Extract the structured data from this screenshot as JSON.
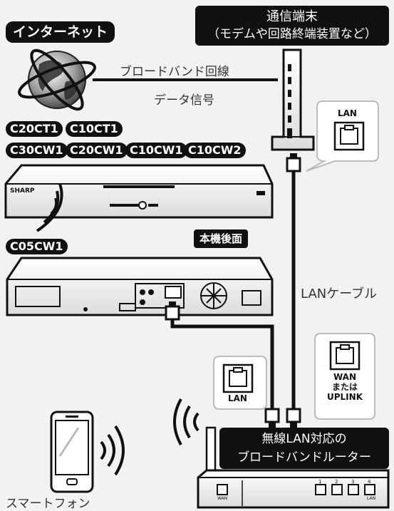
{
  "labels": {
    "internet": "インターネット",
    "comm_terminal_line1": "通信端末",
    "comm_terminal_line2": "（モデムや回路終端装置など）",
    "broadband_line": "ブロードバンド回線",
    "data_signal": "データ信号",
    "lan_cable": "LANケーブル",
    "rear_panel": "本機後面",
    "router_line1": "無線LAN対応の",
    "router_line2": "ブロードバンドルーター",
    "smartphone": "スマートフォン"
  },
  "models": {
    "row1": [
      "C20CT1",
      "C10CT1"
    ],
    "row2": [
      "C30CW1",
      "C20CW1",
      "C10CW1",
      "C10CW2"
    ],
    "row3": [
      "C05CW1"
    ]
  },
  "ports": {
    "lan": "LAN",
    "router_lan": "LAN",
    "wan_line1": "WAN",
    "wan_line2": "または",
    "wan_line3": "UPLINK",
    "router_wan": "WAN",
    "router_lan_small": "LAN",
    "router_port_numbers": [
      "1",
      "2",
      "3",
      "4"
    ]
  },
  "recorder": {
    "brand": "SHARP"
  },
  "colors": {
    "label_bg": "#111111",
    "label_text": "#ffffff",
    "line": "#111111",
    "background": "#f2f2f2"
  },
  "icons": [
    "globe-icon",
    "modem-icon",
    "lan-port-icon",
    "wifi-waves-icon",
    "router-icon",
    "smartphone-icon",
    "recorder-icon"
  ]
}
